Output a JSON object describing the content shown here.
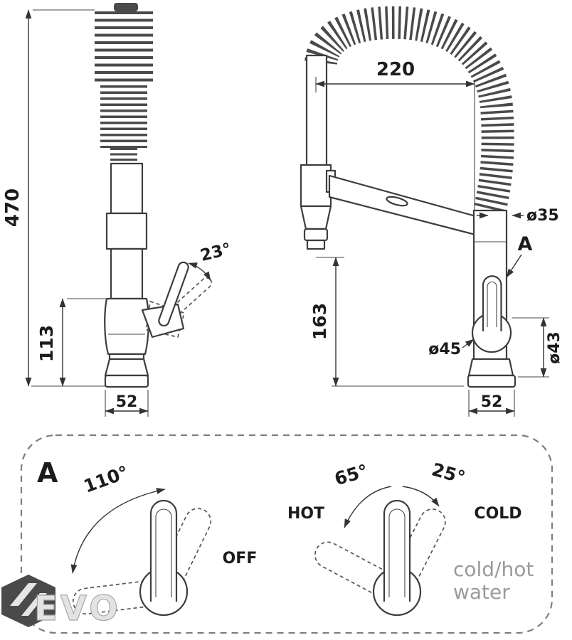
{
  "drawing": {
    "front": {
      "height": "470",
      "spout_height": "113",
      "base_width": "52",
      "handle_angle": "23°"
    },
    "side": {
      "reach": "220",
      "spray_height": "163",
      "hose_dia": "ø35",
      "handle_dia": "ø45",
      "base_width": "52",
      "base_dia": "ø43",
      "detail_mark": "A"
    }
  },
  "panel": {
    "title": "A",
    "rotate_angle": "110°",
    "off": "OFF",
    "hot_angle": "65°",
    "cold_angle": "25°",
    "hot": "HOT",
    "cold": "COLD",
    "caption_line1": "cold/hot",
    "caption_line2": "water"
  },
  "logo": {
    "text": "EVO"
  },
  "colors": {
    "ink": "#3d3d3d",
    "dim_text": "#1c1c1c",
    "caption": "#9b9b9b",
    "logo_badge": "#4a4a4a"
  }
}
